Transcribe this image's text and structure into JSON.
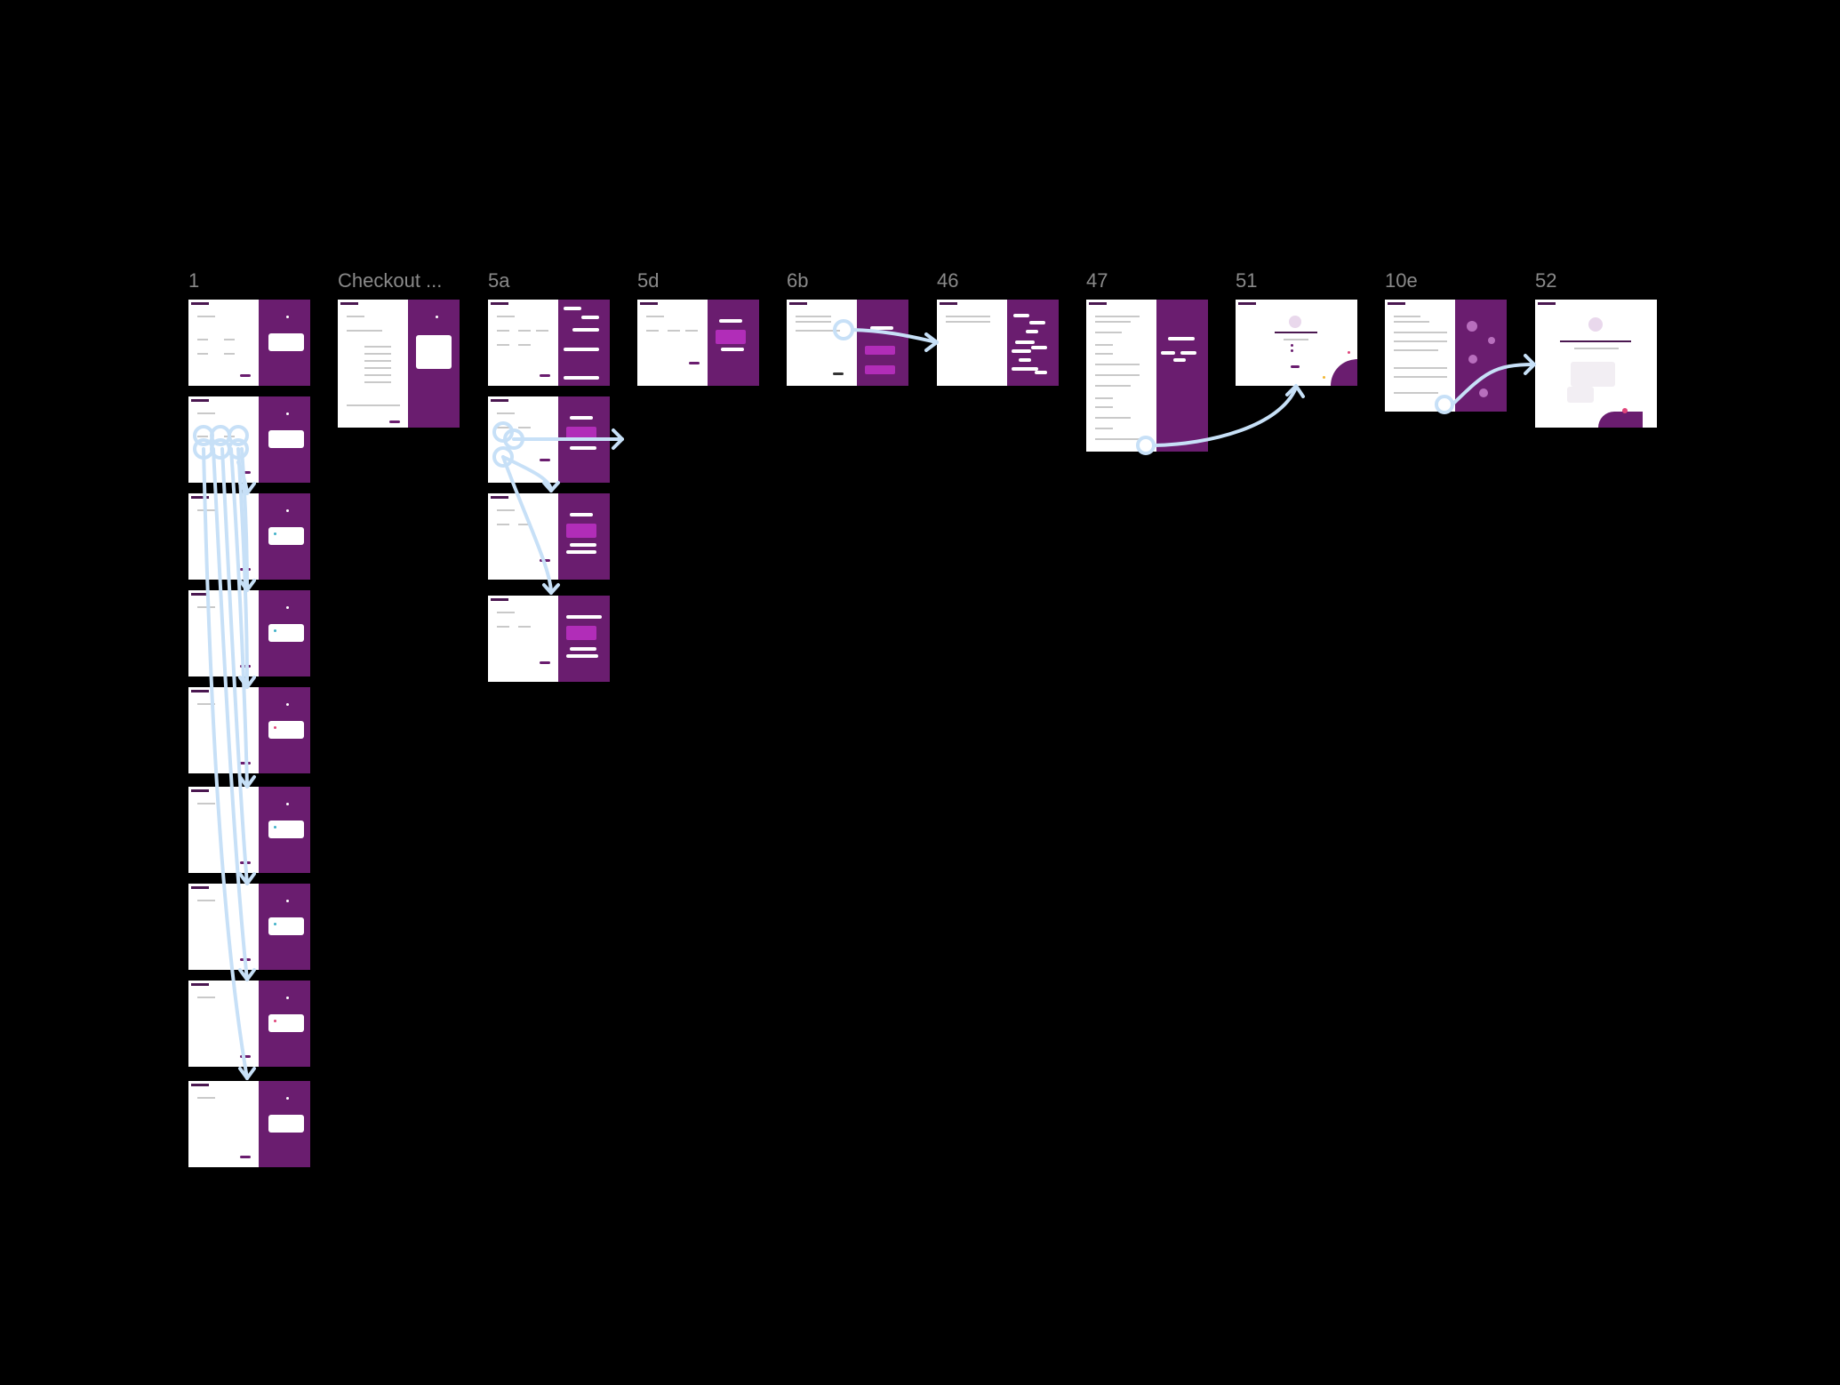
{
  "canvas": {
    "background": "#000000",
    "frame_purple": "#6a1d6f",
    "wire_color": "#c7e0f7"
  },
  "column_labels": [
    "1",
    "Checkout ...",
    "5a",
    "5d",
    "6b",
    "46",
    "47",
    "51",
    "10e",
    "52"
  ],
  "frames_col1": 9,
  "frames_col5a": 4
}
